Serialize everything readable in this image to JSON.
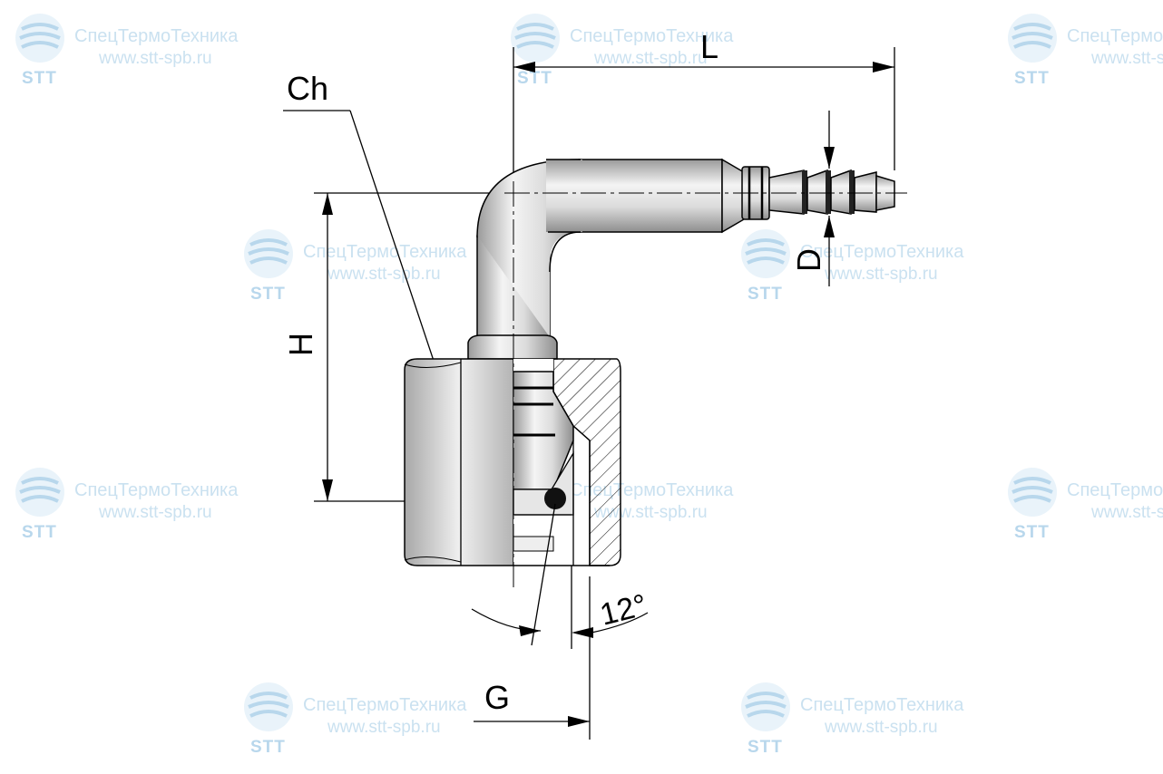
{
  "labels": {
    "L": "L",
    "Ch": "Ch",
    "H": "H",
    "D": "D",
    "angle": "12°",
    "G": "G"
  },
  "watermark": {
    "brand": "СпецТермоТехника",
    "url": "www.stt-spb.ru",
    "logo_text": "STT",
    "color": "#9fc9e4"
  },
  "colors": {
    "line": "#000000",
    "metal_light": "#f2f2f2",
    "metal_mid": "#c8c8c8",
    "metal_dark": "#8a8a8a"
  }
}
